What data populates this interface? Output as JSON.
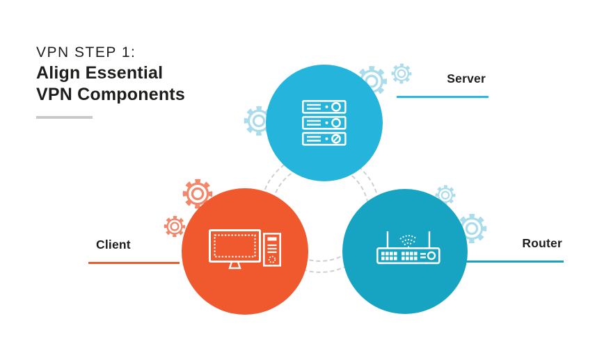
{
  "title": {
    "step": "VPN STEP 1:",
    "line1": "Align Essential",
    "line2": "VPN Components"
  },
  "nodes": {
    "server": {
      "label": "Server",
      "circle_color": "#25b5dc",
      "line_color": "#29b8e0",
      "icon": "server-rack-icon"
    },
    "client": {
      "label": "Client",
      "circle_color": "#f0592e",
      "line_color": "#f0592e",
      "icon": "desktop-computer-icon"
    },
    "router": {
      "label": "Router",
      "circle_color": "#17a4c2",
      "line_color": "#17a4c2",
      "icon": "wireless-router-icon"
    }
  },
  "decor": {
    "gear_icon": "gear-icon",
    "gear_cyan_color": "#aadcec",
    "gear_orange_color": "#f2876c",
    "dashed_circle_color": "#cfcfcf",
    "title_rule_color": "#c9c9c9",
    "text_color": "#1d1d1b",
    "icon_stroke_color": "#ffffff"
  }
}
